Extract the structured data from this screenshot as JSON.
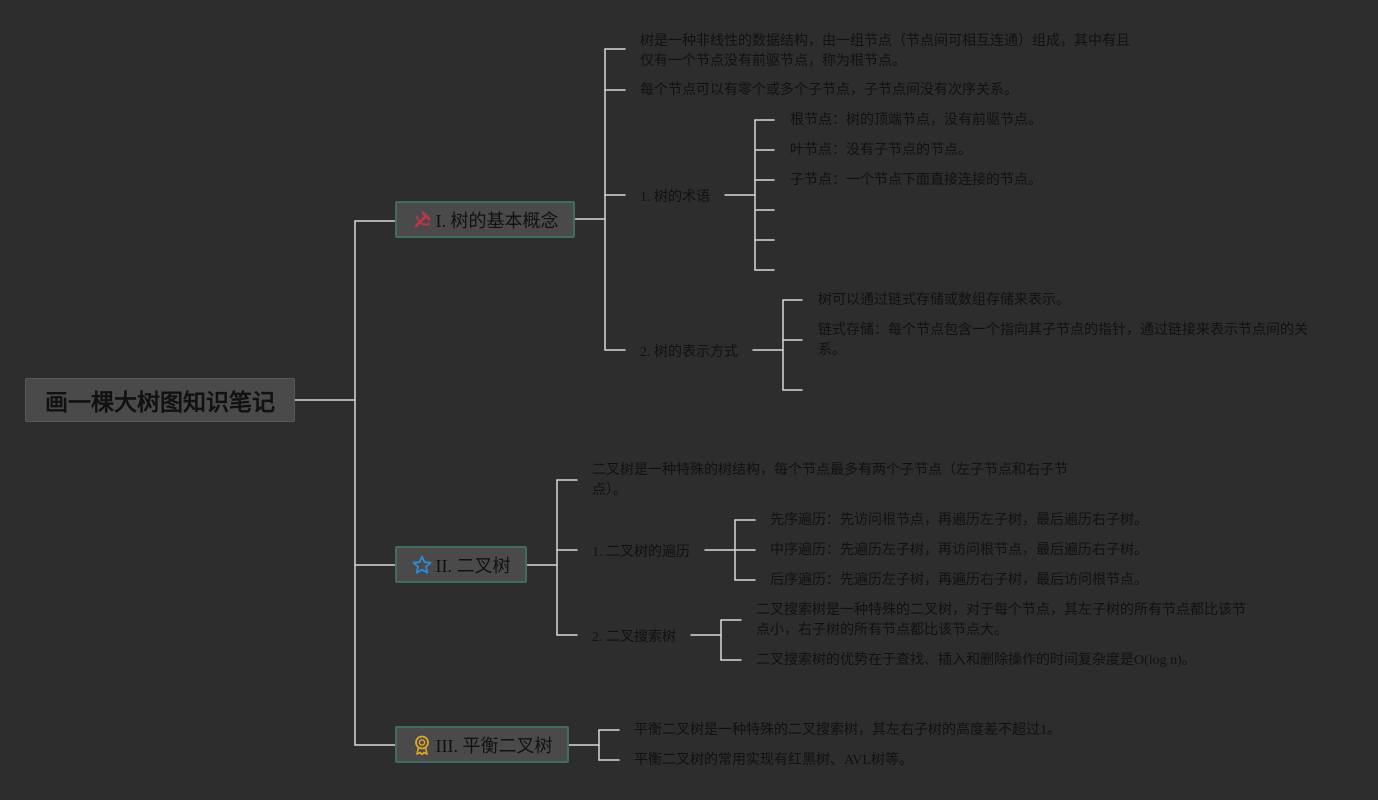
{
  "root": {
    "title": "画一棵大树图知识笔记"
  },
  "sections": [
    {
      "title": "I. 树的基本概念",
      "icon": "hammer-sickle-icon",
      "icon_color": "#c0344a",
      "notes": [
        "树是一种非线性的数据结构，由一组节点（节点间可相互连通）组成，其中有且仅有一个节点没有前驱节点，称为根节点。",
        "每个节点可以有零个或多个子节点，子节点间没有次序关系。"
      ],
      "subtopics": [
        {
          "title": "1. 树的术语",
          "items": [
            "根节点：树的顶端节点，没有前驱节点。",
            "叶节点：没有子节点的节点。",
            "子节点：一个节点下面直接连接的节点。",
            "",
            "",
            ""
          ]
        },
        {
          "title": "2. 树的表示方式",
          "items": [
            "树可以通过链式存储或数组存储来表示。",
            "链式存储：每个节点包含一个指向其子节点的指针，通过链接来表示节点间的关系。",
            ""
          ]
        }
      ]
    },
    {
      "title": "II. 二叉树",
      "icon": "star-outline-icon",
      "icon_color": "#2e8bd6",
      "notes": [
        "二叉树是一种特殊的树结构，每个节点最多有两个子节点（左子节点和右子节点）。"
      ],
      "subtopics": [
        {
          "title": "1. 二叉树的遍历",
          "items": [
            "先序遍历：先访问根节点，再遍历左子树，最后遍历右子树。",
            "中序遍历：先遍历左子树，再访问根节点，最后遍历右子树。",
            "后序遍历：先遍历左子树，再遍历右子树，最后访问根节点。"
          ]
        },
        {
          "title": "2. 二叉搜索树",
          "items": [
            "二叉搜索树是一种特殊的二叉树，对于每个节点，其左子树的所有节点都比该节点小，右子树的所有节点都比该节点大。",
            "二叉搜索树的优势在于查找、插入和删除操作的时间复杂度是O(log n)。"
          ]
        }
      ]
    },
    {
      "title": "III. 平衡二叉树",
      "icon": "award-ribbon-icon",
      "icon_color": "#e0a526",
      "notes": [
        "平衡二叉树是一种特殊的二叉搜索树，其左右子树的高度差不超过1。",
        "平衡二叉树的常用实现有红黑树、AVL树等。"
      ],
      "subtopics": []
    }
  ]
}
